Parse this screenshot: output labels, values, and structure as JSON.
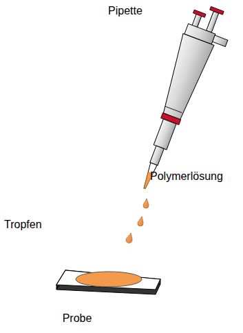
{
  "diagram": {
    "labels": [
      "Pipette",
      "Polymerlösung",
      "Tropfen",
      "Probe"
    ]
  }
}
